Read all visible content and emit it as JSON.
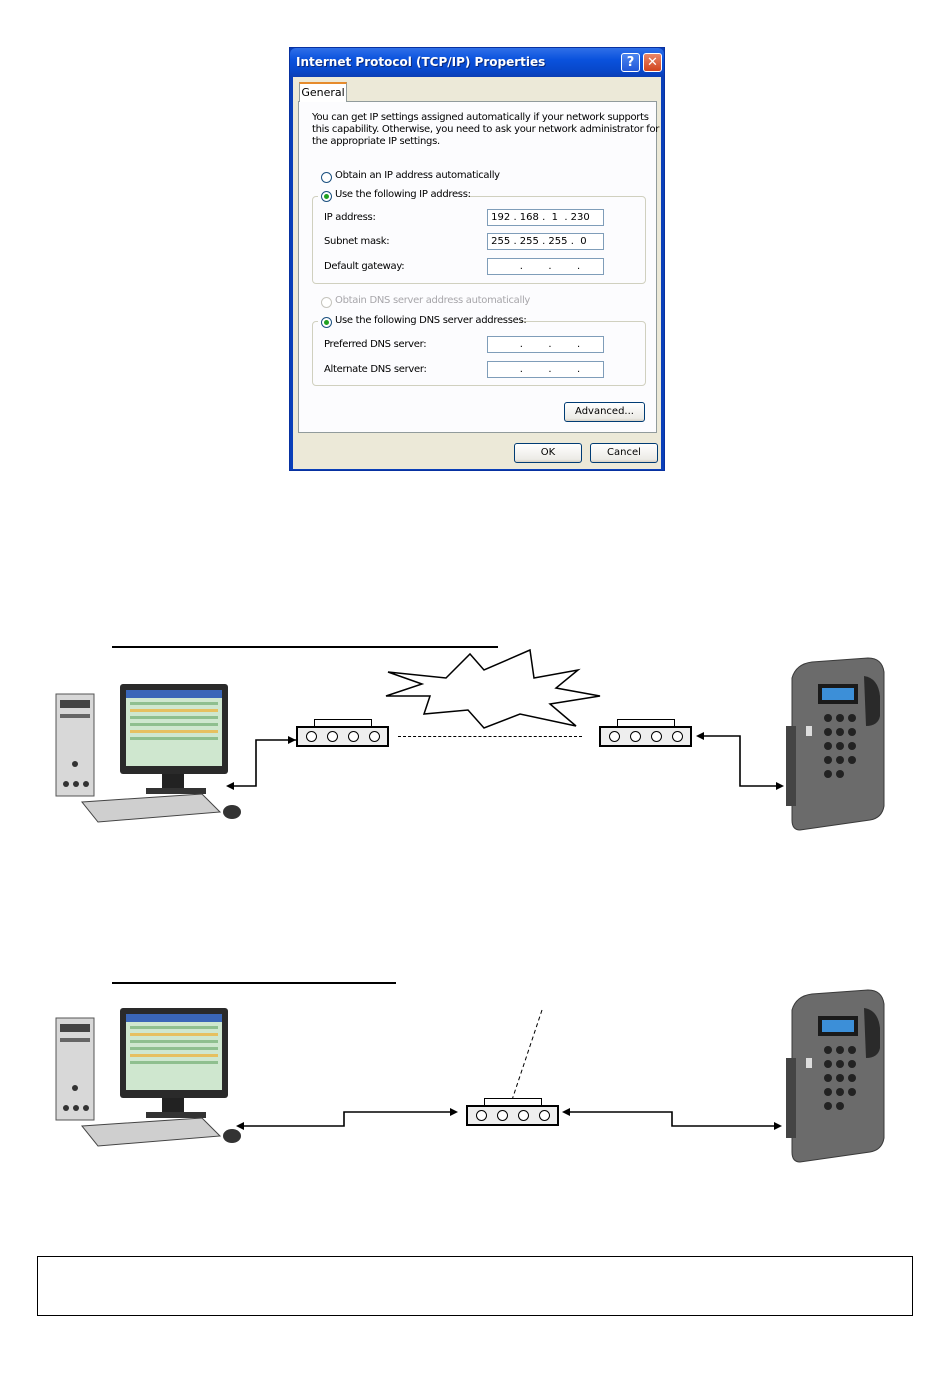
{
  "dialog": {
    "title": "Internet Protocol (TCP/IP) Properties",
    "help_icon": "?",
    "close_icon": "✕",
    "tab_general": "General",
    "intro": [
      "You can get IP settings assigned automatically if your network supports",
      "this capability. Otherwise, you need to ask your network administrator for",
      "the appropriate IP settings."
    ],
    "radio_obtain_ip": "Obtain an IP address automatically",
    "radio_use_ip": "Use the following IP address:",
    "ip_label": "IP address:",
    "ip_value": " 192 . 168 .  1  . 230",
    "subnet_label": "Subnet mask:",
    "subnet_value": " 255 . 255 . 255 .  0",
    "gateway_label": "Default gateway:",
    "gateway_value": "          .        .        .",
    "radio_obtain_dns": "Obtain DNS server address automatically",
    "radio_use_dns": "Use the following DNS server addresses:",
    "pref_dns_label": "Preferred DNS server:",
    "pref_dns_value": "          .        .        .",
    "alt_dns_label": "Alternate DNS server:",
    "alt_dns_value": "          .        .        .",
    "advanced_button": "Advanced...",
    "ok_button": "OK",
    "cancel_button": "Cancel",
    "selected": {
      "ip_mode": "manual",
      "dns_mode": "manual",
      "dns_auto_disabled": true
    }
  },
  "diagrams": {
    "top": {
      "description_icons": [
        "computer-icon",
        "network-hub-icon",
        "cloud-burst-icon",
        "network-hub-icon",
        "fingerprint-terminal-icon"
      ]
    },
    "bottom": {
      "description_icons": [
        "computer-icon",
        "network-hub-icon",
        "fingerprint-terminal-icon"
      ]
    }
  },
  "colors": {
    "xp_title_blue": "#0a52dd",
    "xp_face": "#ece9d8",
    "radio_green": "#21a121"
  }
}
